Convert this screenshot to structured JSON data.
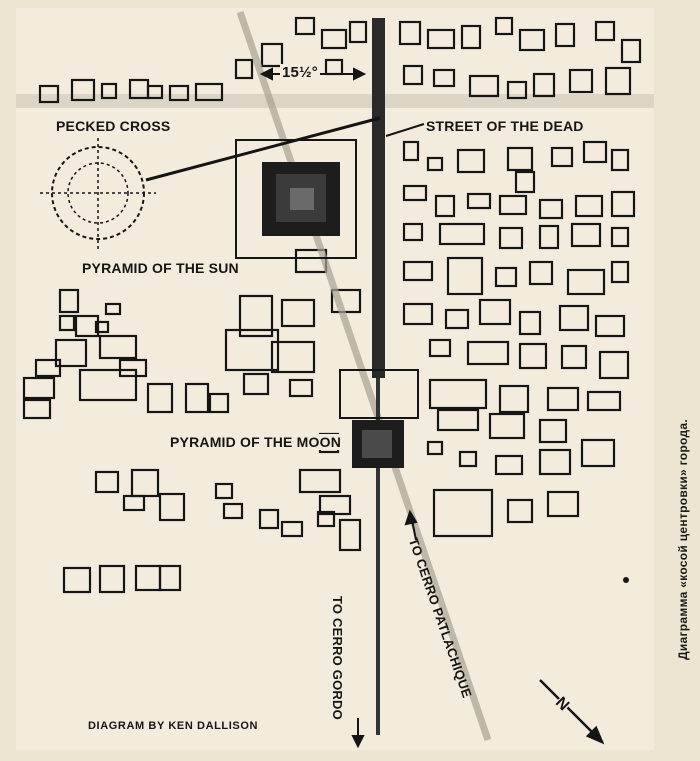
{
  "labels": {
    "angle": "15½°",
    "pecked_cross": "PECKED CROSS",
    "street": "STREET OF THE DEAD",
    "sun": "PYRAMID OF THE SUN",
    "moon": "PYRAMID OF THE MOON",
    "cerro_gordo": "TO CERRO GORDO",
    "cerro_patlachique": "TO CERRO PATLACHIQUE",
    "north": "N",
    "credit": "DIAGRAM BY KEN DALLISON"
  },
  "caption": "Диаграмма «косой центровки» города.",
  "colors": {
    "ink": "#151515",
    "paper": "#f3ecdc",
    "grid": "#7a7a7a",
    "alignment_band": "#b9b2a2"
  }
}
